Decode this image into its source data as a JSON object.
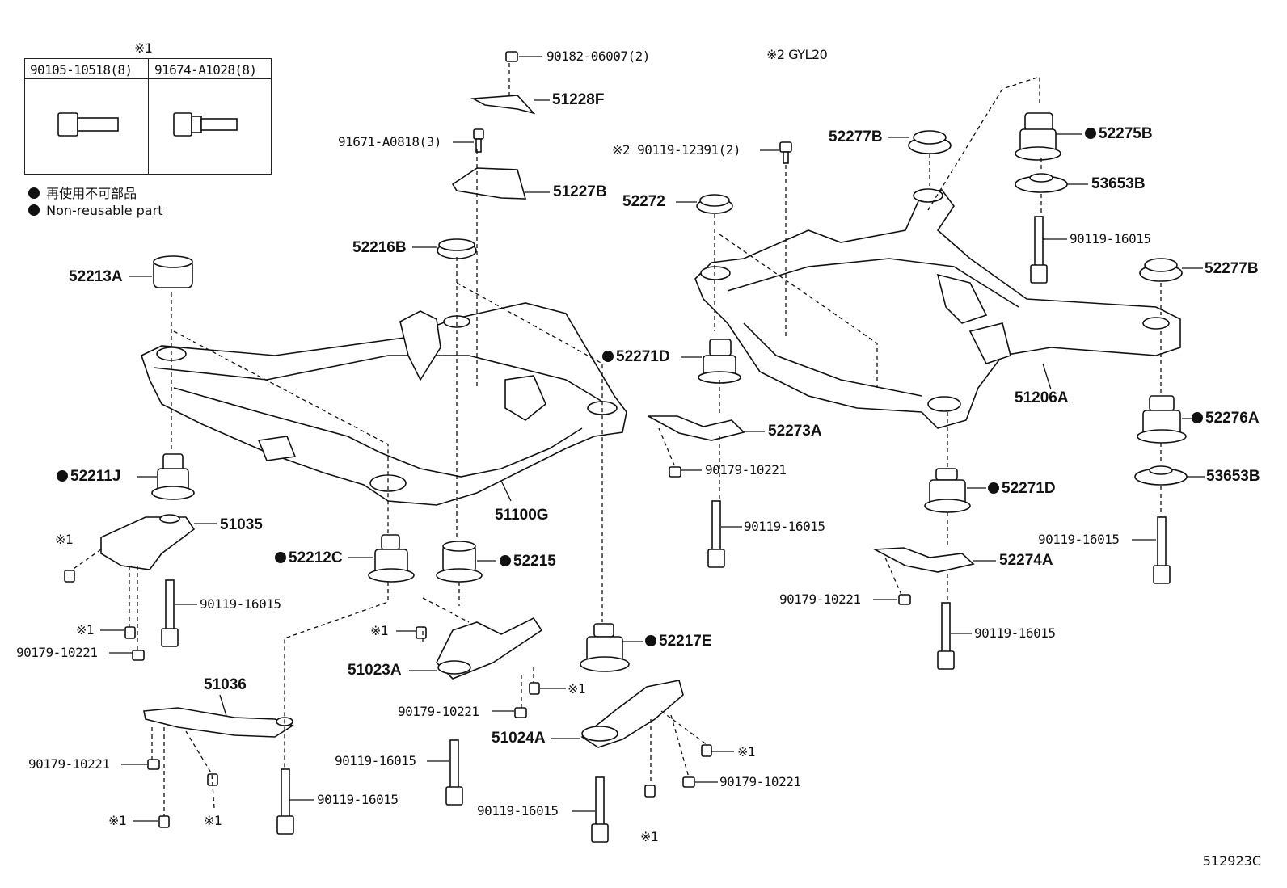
{
  "legend": {
    "ref_mark": "※1",
    "col1_header": "90105-10518(8)",
    "col2_header": "91674-A1028(8)",
    "note_jp": "再使用不可部品",
    "note_en": "Non-reusable part"
  },
  "note2": "※2 GYL20",
  "diagram_code": "512923C",
  "labels": {
    "p90182": "90182-06007(2)",
    "p51228F": "51228F",
    "p91671": "91671-A0818(3)",
    "p51227B": "51227B",
    "p52216B": "52216B",
    "p52213A": "52213A",
    "p52211J": "52211J",
    "p51035": "51035",
    "p90119_a": "90119-16015",
    "p90179_a": "90179-10221",
    "mark_a1": "※1",
    "mark_a2": "※1",
    "p52212C": "52212C",
    "p52215": "52215",
    "p51100G": "51100G",
    "p51036": "51036",
    "p90179_b": "90179-10221",
    "p90119_b": "90119-16015",
    "mark_b1": "※1",
    "mark_b2": "※1",
    "mark_c1": "※1",
    "p51023A": "51023A",
    "mark_c2": "※1",
    "p90179_c": "90179-10221",
    "p90119_c": "90119-16015",
    "p52217E": "52217E",
    "p51024A": "51024A",
    "mark_d1": "※1",
    "p90179_d": "90179-10221",
    "p90119_d": "90119-16015",
    "mark_d2": "※1",
    "p90119_12391": "※2 90119-12391(2)",
    "p52277B_a": "52277B",
    "p52272": "52272",
    "p52271D_a": "52271D",
    "p52273A": "52273A",
    "p90179_e": "90179-10221",
    "p90119_e": "90119-16015",
    "p52275B": "52275B",
    "p53653B_a": "53653B",
    "p90119_f": "90119-16015",
    "p52277B_b": "52277B",
    "p51206A": "51206A",
    "p52276A": "52276A",
    "p53653B_b": "53653B",
    "p90119_g": "90119-16015",
    "p52271D_b": "52271D",
    "p52274A": "52274A",
    "p90179_f": "90179-10221",
    "p90119_h": "90119-16015"
  }
}
